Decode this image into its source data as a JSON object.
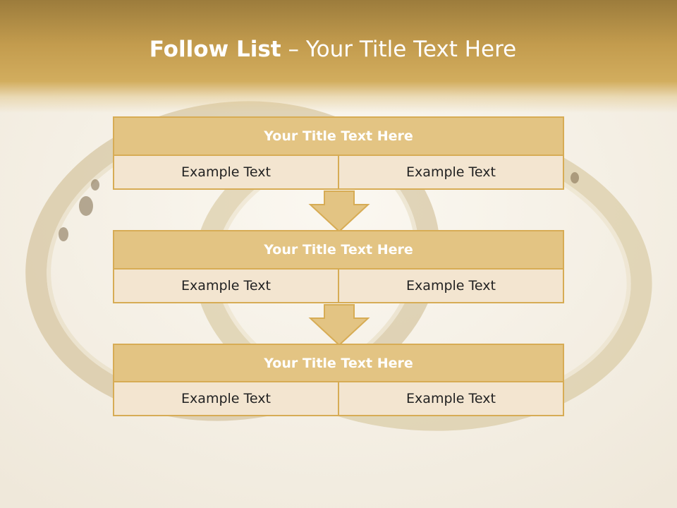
{
  "slide": {
    "title_bold": "Follow List",
    "title_rest": " – Your Title Text Here"
  },
  "blocks": [
    {
      "title": "Your Title Text Here",
      "cells": [
        "Example Text",
        "Example Text"
      ]
    },
    {
      "title": "Your Title Text Here",
      "cells": [
        "Example Text",
        "Example Text"
      ]
    },
    {
      "title": "Your Title Text Here",
      "cells": [
        "Example Text",
        "Example Text"
      ]
    }
  ],
  "colors": {
    "header": "#c39c4e",
    "block_title": "#e3c483",
    "block_border": "#d7ac55",
    "block_cell": "#f3e5d0",
    "arrow_fill": "#e3c483"
  }
}
